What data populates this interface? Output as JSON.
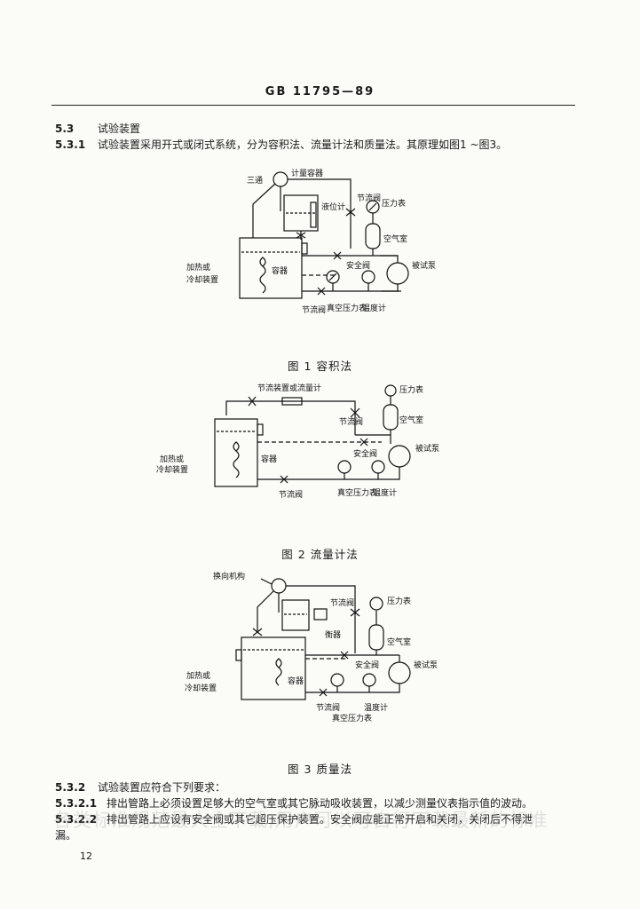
{
  "header": {
    "title": "GB 11795—89"
  },
  "sections": {
    "s53": {
      "num": "5.3",
      "title": "试验装置"
    },
    "s531": {
      "num": "5.3.1",
      "text": "试验装置采用开式或闭式系统，分为容积法、流量计法和质量法。其原理如图1 ~图3。"
    },
    "s532": {
      "num": "5.3.2",
      "text": "试验装置应符合下列要求："
    },
    "s5321": {
      "num": "5.3.2.1",
      "text": "排出管路上必须设置足够大的空气室或其它脉动吸收装置，以减少测量仪表指示值的波动。"
    },
    "s5322": {
      "num": "5.3.2.2",
      "text": "排出管路上应设有安全阀或其它超压保护装置。安全阀应能正常开启和关闭，关闭后不得泄",
      "cont": "漏。"
    }
  },
  "fig1": {
    "caption": "图 1   容积法",
    "labels": {
      "sanTong": "三通",
      "jiliang": "计量容器",
      "yewei": "液位计",
      "jieliu1": "节流阀",
      "yali": "压力表",
      "kongqi": "空气室",
      "anquan": "安全阀",
      "beishi": "被试泵",
      "jiare": "加热或",
      "lengque": "冷却装置",
      "rongqi": "容器",
      "jieliu2": "节流阀",
      "zhenkong": "真空压力表",
      "wendu": "温度计"
    }
  },
  "fig2": {
    "caption": "图 2   流量计法",
    "labels": {
      "top": "节流装置或流量计",
      "jieliu1": "节流阀",
      "yali": "压力表",
      "kongqi": "空气室",
      "anquan": "安全阀",
      "beishi": "被试泵",
      "jiare": "加热或",
      "lengque": "冷却装置",
      "rongqi": "容器",
      "jieliu2": "节流阀",
      "zhenkong": "真空压力表",
      "wendu": "温度计"
    }
  },
  "fig3": {
    "caption": "图 3   质量法",
    "labels": {
      "huanxiang": "换向机构",
      "jieliu1": "节流阀",
      "hengqi": "衡器",
      "yali": "压力表",
      "kongqi": "空气室",
      "anquan": "安全阀",
      "beishi": "被试泵",
      "jiare": "加热或",
      "lengque": "冷却装置",
      "rongqi": "容器",
      "jieliu2": "节流阀",
      "zhenkong": "真空压力表",
      "wendu": "温度计"
    }
  },
  "footer": {
    "page": "12"
  },
  "watermark": "各类标准规范最大全下载,用户可以可自行下载最新的标准"
}
